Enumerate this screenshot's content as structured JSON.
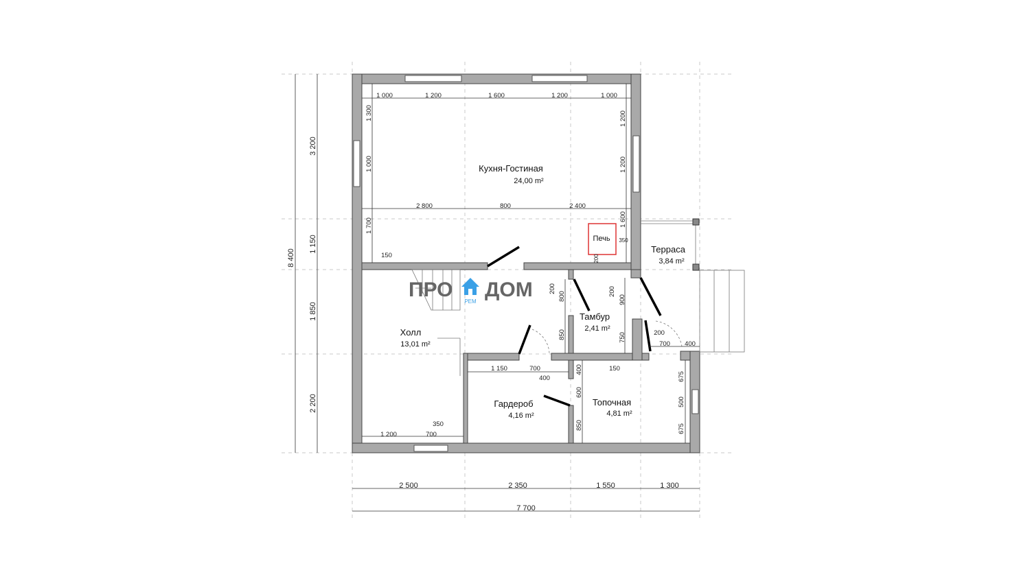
{
  "rooms": {
    "kitchen": {
      "name": "Кухня-Гостиная",
      "area": "24,00 m²"
    },
    "terrace": {
      "name": "Терраса",
      "area": "3,84 m²"
    },
    "hall": {
      "name": "Холл",
      "area": "13,01 m²"
    },
    "vestibule": {
      "name": "Тамбур",
      "area": "2,41 m²"
    },
    "wardrobe": {
      "name": "Гардероб",
      "area": "4,16 m²"
    },
    "boiler": {
      "name": "Топочная",
      "area": "4,81 m²"
    }
  },
  "stove": "Печь",
  "logo": {
    "left": "ПРО",
    "right": "ДОМ",
    "sub": "РЕМ",
    "icon": "house-icon",
    "accent": "#3aa0e6"
  },
  "dims": {
    "kitchen_top": [
      "1 000",
      "1 200",
      "1 600",
      "1 200",
      "1 000"
    ],
    "kitchen_left": [
      "1 300",
      "1 000",
      "1 700"
    ],
    "kitchen_right": [
      "1 200",
      "1 200",
      "1 600"
    ],
    "kitchen_mid": [
      "2 800",
      "800",
      "2 400"
    ],
    "misc": [
      "150",
      "350",
      "200"
    ],
    "vestibule": [
      "200",
      "800",
      "850",
      "200",
      "900",
      "750",
      "200",
      "700",
      "400"
    ],
    "wardrobe": [
      "1 150",
      "700",
      "400",
      "150",
      "400",
      "600",
      "850"
    ],
    "boiler_right": [
      "675",
      "500",
      "675"
    ],
    "hall_bottom": [
      "350",
      "1 200",
      "700"
    ],
    "outer_left": [
      "3 200",
      "1 150",
      "1 850",
      "2 200",
      "8 400"
    ],
    "outer_bottom": [
      "2 500",
      "2 350",
      "1 550",
      "1 300",
      "7 700"
    ]
  }
}
